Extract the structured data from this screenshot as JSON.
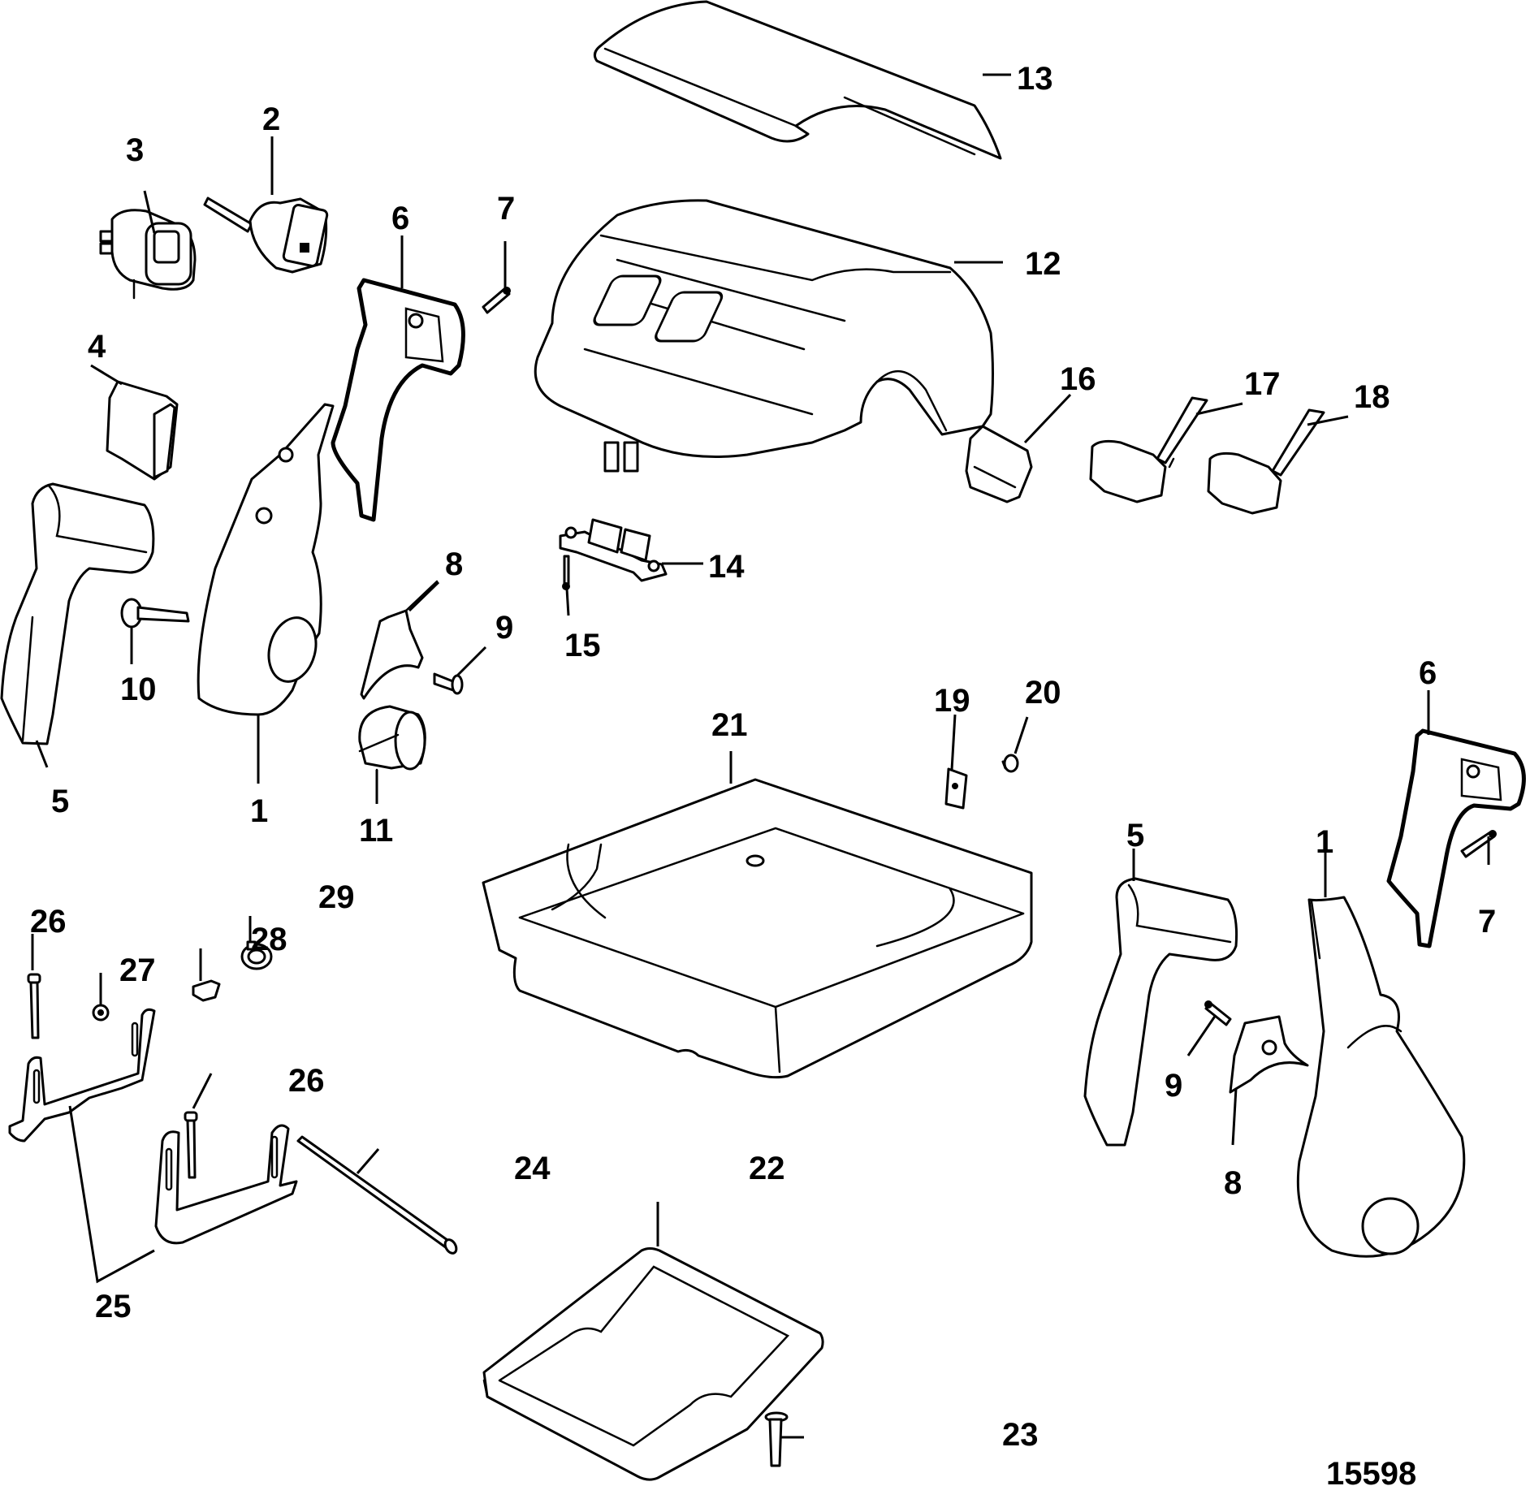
{
  "diagram": {
    "type": "exploded-parts-diagram",
    "drawing_id": "15598",
    "callouts": [
      {
        "id": "c13",
        "label": "13",
        "part": "top-cover-lid"
      },
      {
        "id": "c12",
        "label": "12",
        "part": "upper-housing-cover"
      },
      {
        "id": "c2",
        "label": "2",
        "part": "connector-switch"
      },
      {
        "id": "c3",
        "label": "3",
        "part": "harness-connector"
      },
      {
        "id": "c6a",
        "label": "6",
        "part": "lever-handle-half-left"
      },
      {
        "id": "c7a",
        "label": "7",
        "part": "screw-left"
      },
      {
        "id": "c4",
        "label": "4",
        "part": "button-pad"
      },
      {
        "id": "c16",
        "label": "16",
        "part": "connector-plug"
      },
      {
        "id": "c17",
        "label": "17",
        "part": "wire-connector-17"
      },
      {
        "id": "c18",
        "label": "18",
        "part": "wire-connector-18"
      },
      {
        "id": "c8a",
        "label": "8",
        "part": "hub-cover-left"
      },
      {
        "id": "c14",
        "label": "14",
        "part": "switch-bracket"
      },
      {
        "id": "c9a",
        "label": "9",
        "part": "screw-9-left"
      },
      {
        "id": "c15",
        "label": "15",
        "part": "screw-15"
      },
      {
        "id": "c10",
        "label": "10",
        "part": "pivot-pin"
      },
      {
        "id": "c5a",
        "label": "5",
        "part": "lever-grip-left"
      },
      {
        "id": "c1a",
        "label": "1",
        "part": "control-arm-left"
      },
      {
        "id": "c11",
        "label": "11",
        "part": "sleeve-bushing"
      },
      {
        "id": "c19",
        "label": "19",
        "part": "clip-nut"
      },
      {
        "id": "c20",
        "label": "20",
        "part": "screw-20"
      },
      {
        "id": "c21",
        "label": "21",
        "part": "base-housing"
      },
      {
        "id": "c6b",
        "label": "6",
        "part": "lever-handle-half-right"
      },
      {
        "id": "c5b",
        "label": "5",
        "part": "lever-grip-right"
      },
      {
        "id": "c1b",
        "label": "1",
        "part": "control-arm-right"
      },
      {
        "id": "c7b",
        "label": "7",
        "part": "screw-right"
      },
      {
        "id": "c26a",
        "label": "26",
        "part": "pin-left"
      },
      {
        "id": "c29",
        "label": "29",
        "part": "hose-clamp"
      },
      {
        "id": "c28",
        "label": "28",
        "part": "retainer-clip"
      },
      {
        "id": "c27",
        "label": "27",
        "part": "nut"
      },
      {
        "id": "c9b",
        "label": "9",
        "part": "screw-9-right"
      },
      {
        "id": "c8b",
        "label": "8",
        "part": "hub-cover-right"
      },
      {
        "id": "c26b",
        "label": "26",
        "part": "pin-middle"
      },
      {
        "id": "c24",
        "label": "24",
        "part": "long-rod"
      },
      {
        "id": "c22",
        "label": "22",
        "part": "gasket-frame"
      },
      {
        "id": "c25",
        "label": "25",
        "part": "mounting-bracket"
      },
      {
        "id": "c23",
        "label": "23",
        "part": "sleeve-screw"
      }
    ]
  }
}
